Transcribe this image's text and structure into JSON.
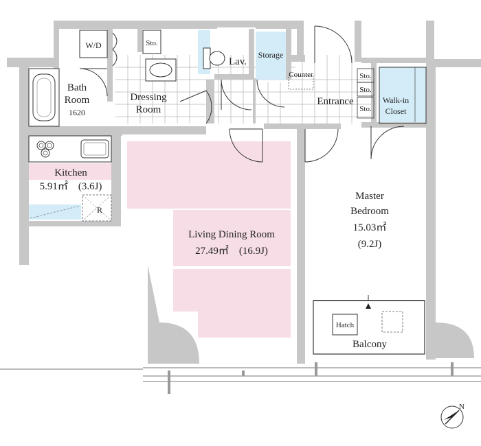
{
  "rooms": {
    "wd": "W/D",
    "sto_dressing": "Sto.",
    "lav": "Lav.",
    "storage": "Storage",
    "counter": "Counter",
    "sto_1": "Sto.",
    "sto_2": "Sto.",
    "sto_3": "Sto.",
    "bath": {
      "line1": "Bath",
      "line2": "Room",
      "line3": "1620"
    },
    "dressing": {
      "line1": "Dressing",
      "line2": "Room"
    },
    "entrance": "Entrance",
    "walkin": {
      "line1": "Walk-in",
      "line2": "Closet"
    },
    "kitchen": {
      "name": "Kitchen",
      "area": "5.91㎡　(3.6J)"
    },
    "fridge": "R",
    "living": {
      "name": "Living Dining Room",
      "area": "27.49㎡　(16.9J)"
    },
    "master": {
      "line1": "Master",
      "line2": "Bedroom",
      "area": "15.03㎡",
      "tatami": "(9.2J)"
    },
    "hatch": "Hatch",
    "balcony": "Balcony"
  },
  "colors": {
    "wall": "#c7c7c7",
    "living_zone": "#f6dde6",
    "wet_area": "#d3ecf8",
    "line": "#333333"
  },
  "north": {
    "label": "N"
  }
}
